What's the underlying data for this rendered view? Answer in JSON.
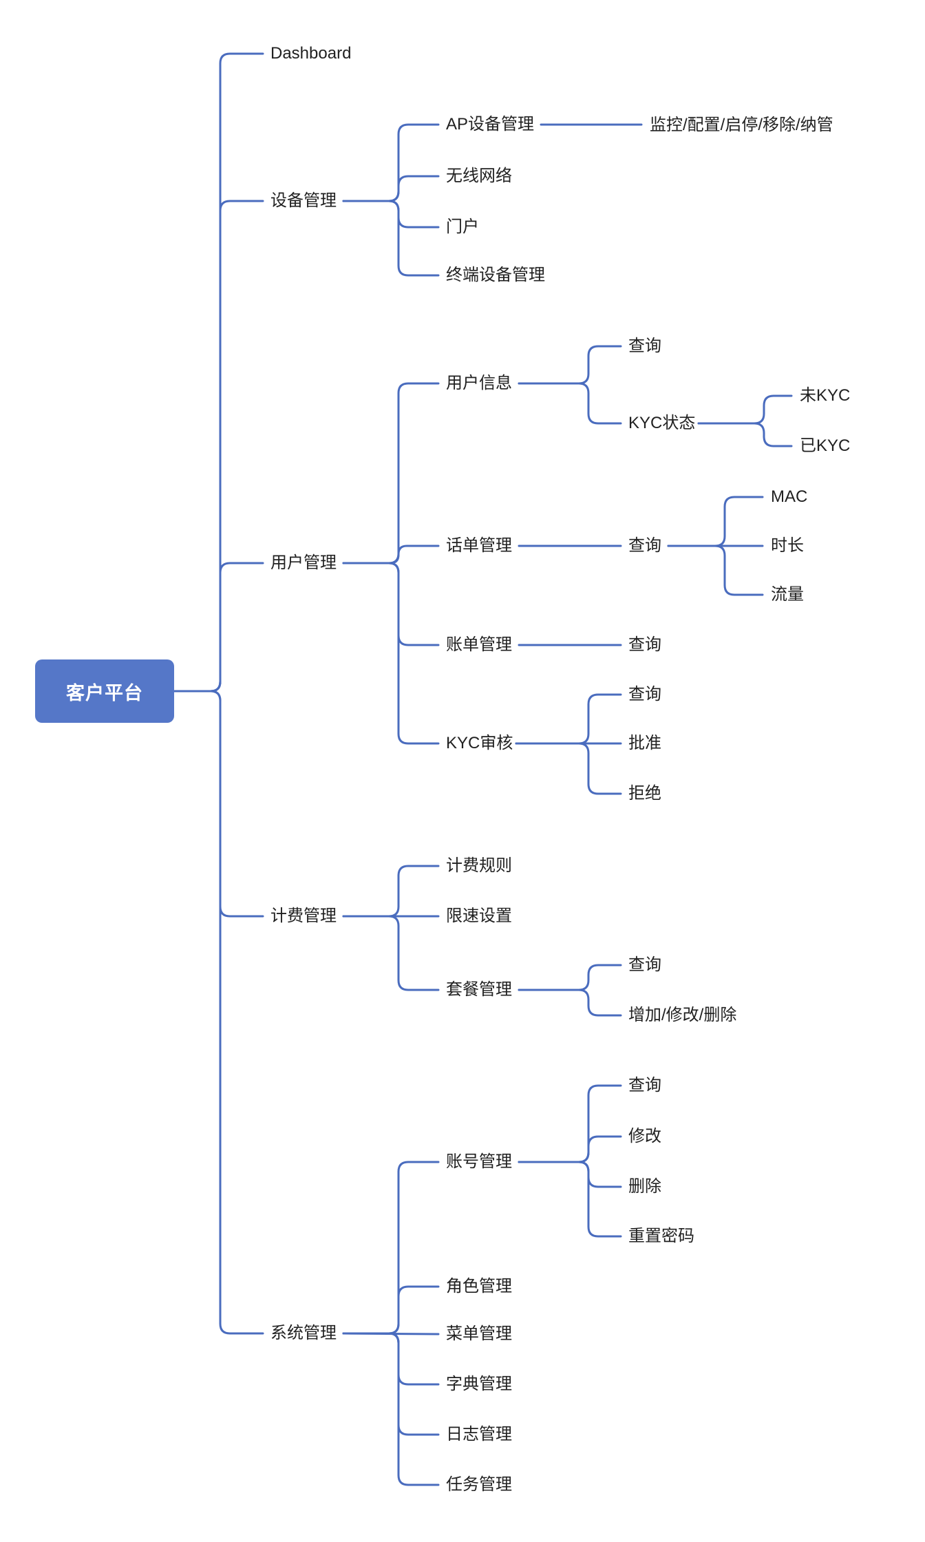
{
  "root": {
    "label": "客户平台"
  },
  "branches": [
    {
      "label": "Dashboard",
      "children": []
    },
    {
      "label": "设备管理",
      "children": [
        {
          "label": "AP设备管理",
          "children": [
            {
              "label": "监控/配置/启停/移除/纳管"
            }
          ]
        },
        {
          "label": "无线网络"
        },
        {
          "label": "门户"
        },
        {
          "label": "终端设备管理"
        }
      ]
    },
    {
      "label": "用户管理",
      "children": [
        {
          "label": "用户信息",
          "children": [
            {
              "label": "查询"
            },
            {
              "label": "KYC状态",
              "children": [
                {
                  "label": "未KYC"
                },
                {
                  "label": "已KYC"
                }
              ]
            }
          ]
        },
        {
          "label": "话单管理",
          "children": [
            {
              "label": "查询",
              "children": [
                {
                  "label": "MAC"
                },
                {
                  "label": "时长"
                },
                {
                  "label": "流量"
                }
              ]
            }
          ]
        },
        {
          "label": "账单管理",
          "children": [
            {
              "label": "查询"
            }
          ]
        },
        {
          "label": "KYC审核",
          "children": [
            {
              "label": "查询"
            },
            {
              "label": "批准"
            },
            {
              "label": "拒绝"
            }
          ]
        }
      ]
    },
    {
      "label": "计费管理",
      "children": [
        {
          "label": "计费规则"
        },
        {
          "label": "限速设置"
        },
        {
          "label": "套餐管理",
          "children": [
            {
              "label": "查询"
            },
            {
              "label": "增加/修改/删除"
            }
          ]
        }
      ]
    },
    {
      "label": "系统管理",
      "children": [
        {
          "label": "账号管理",
          "children": [
            {
              "label": "查询"
            },
            {
              "label": "修改"
            },
            {
              "label": "删除"
            },
            {
              "label": "重置密码"
            }
          ]
        },
        {
          "label": "角色管理"
        },
        {
          "label": "菜单管理"
        },
        {
          "label": "字典管理"
        },
        {
          "label": "日志管理"
        },
        {
          "label": "任务管理"
        }
      ]
    }
  ],
  "colors": {
    "background": "#ffffff",
    "root_bg": "#5577c8",
    "root_text": "#ffffff",
    "connector": "#4a6cbe",
    "text": "#212121"
  }
}
